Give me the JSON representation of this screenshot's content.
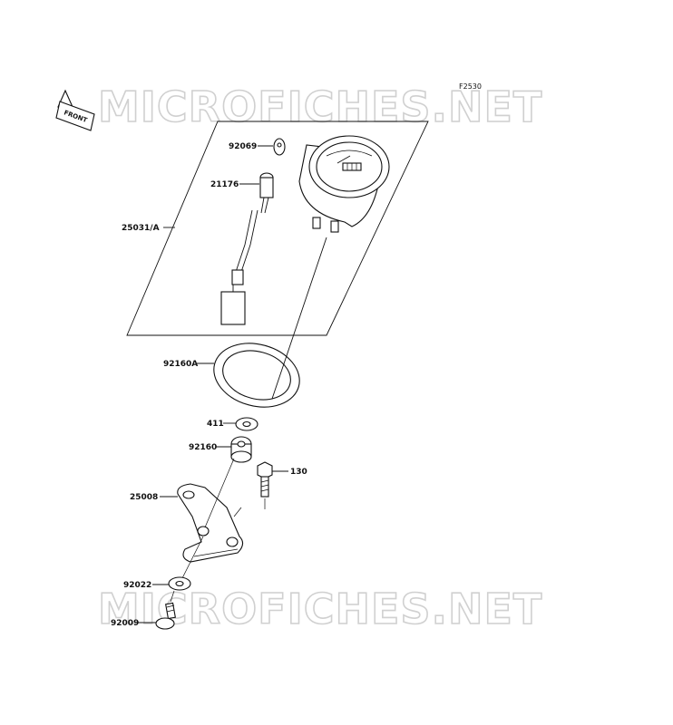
{
  "diagram": {
    "reference_code": "F2530",
    "front_label": "FRONT",
    "watermark_text": "MICROFICHES.NET",
    "colors": {
      "ink": "#111111",
      "watermark": "#d0d0d0",
      "background": "#ffffff"
    },
    "parts": [
      {
        "id": "p92069",
        "number": "92069"
      },
      {
        "id": "p21176",
        "number": "21176"
      },
      {
        "id": "p25031",
        "number": "25031/A"
      },
      {
        "id": "p92160A",
        "number": "92160A"
      },
      {
        "id": "p411",
        "number": "411"
      },
      {
        "id": "p92160",
        "number": "92160"
      },
      {
        "id": "p130",
        "number": "130"
      },
      {
        "id": "p25008",
        "number": "25008"
      },
      {
        "id": "p92022",
        "number": "92022"
      },
      {
        "id": "p92009",
        "number": "92009"
      }
    ]
  }
}
